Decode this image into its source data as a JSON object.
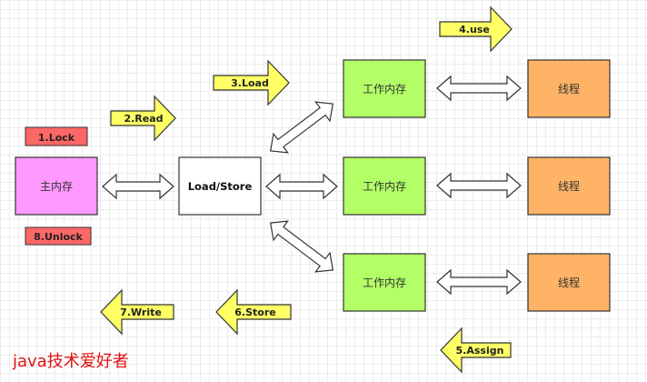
{
  "boxes": {
    "main_memory": "主内存",
    "load_store": "Load/Store",
    "work_memory": [
      "工作内存",
      "工作内存",
      "工作内存"
    ],
    "thread": [
      "线程",
      "线程",
      "线程"
    ]
  },
  "tags": {
    "lock": "1.Lock",
    "unlock": "8.Unlock"
  },
  "steps": {
    "read": "2.Read",
    "load": "3.Load",
    "use": "4.use",
    "assign": "5.Assign",
    "store": "6.Store",
    "write": "7.Write"
  },
  "watermark": "java技术爱好者",
  "colors": {
    "main_memory_fill": "#ff99ff",
    "work_memory_fill": "#b3ff66",
    "thread_fill": "#ffb366",
    "tag_fill": "#ff6666",
    "step_arrow_fill": "#ffff66"
  }
}
